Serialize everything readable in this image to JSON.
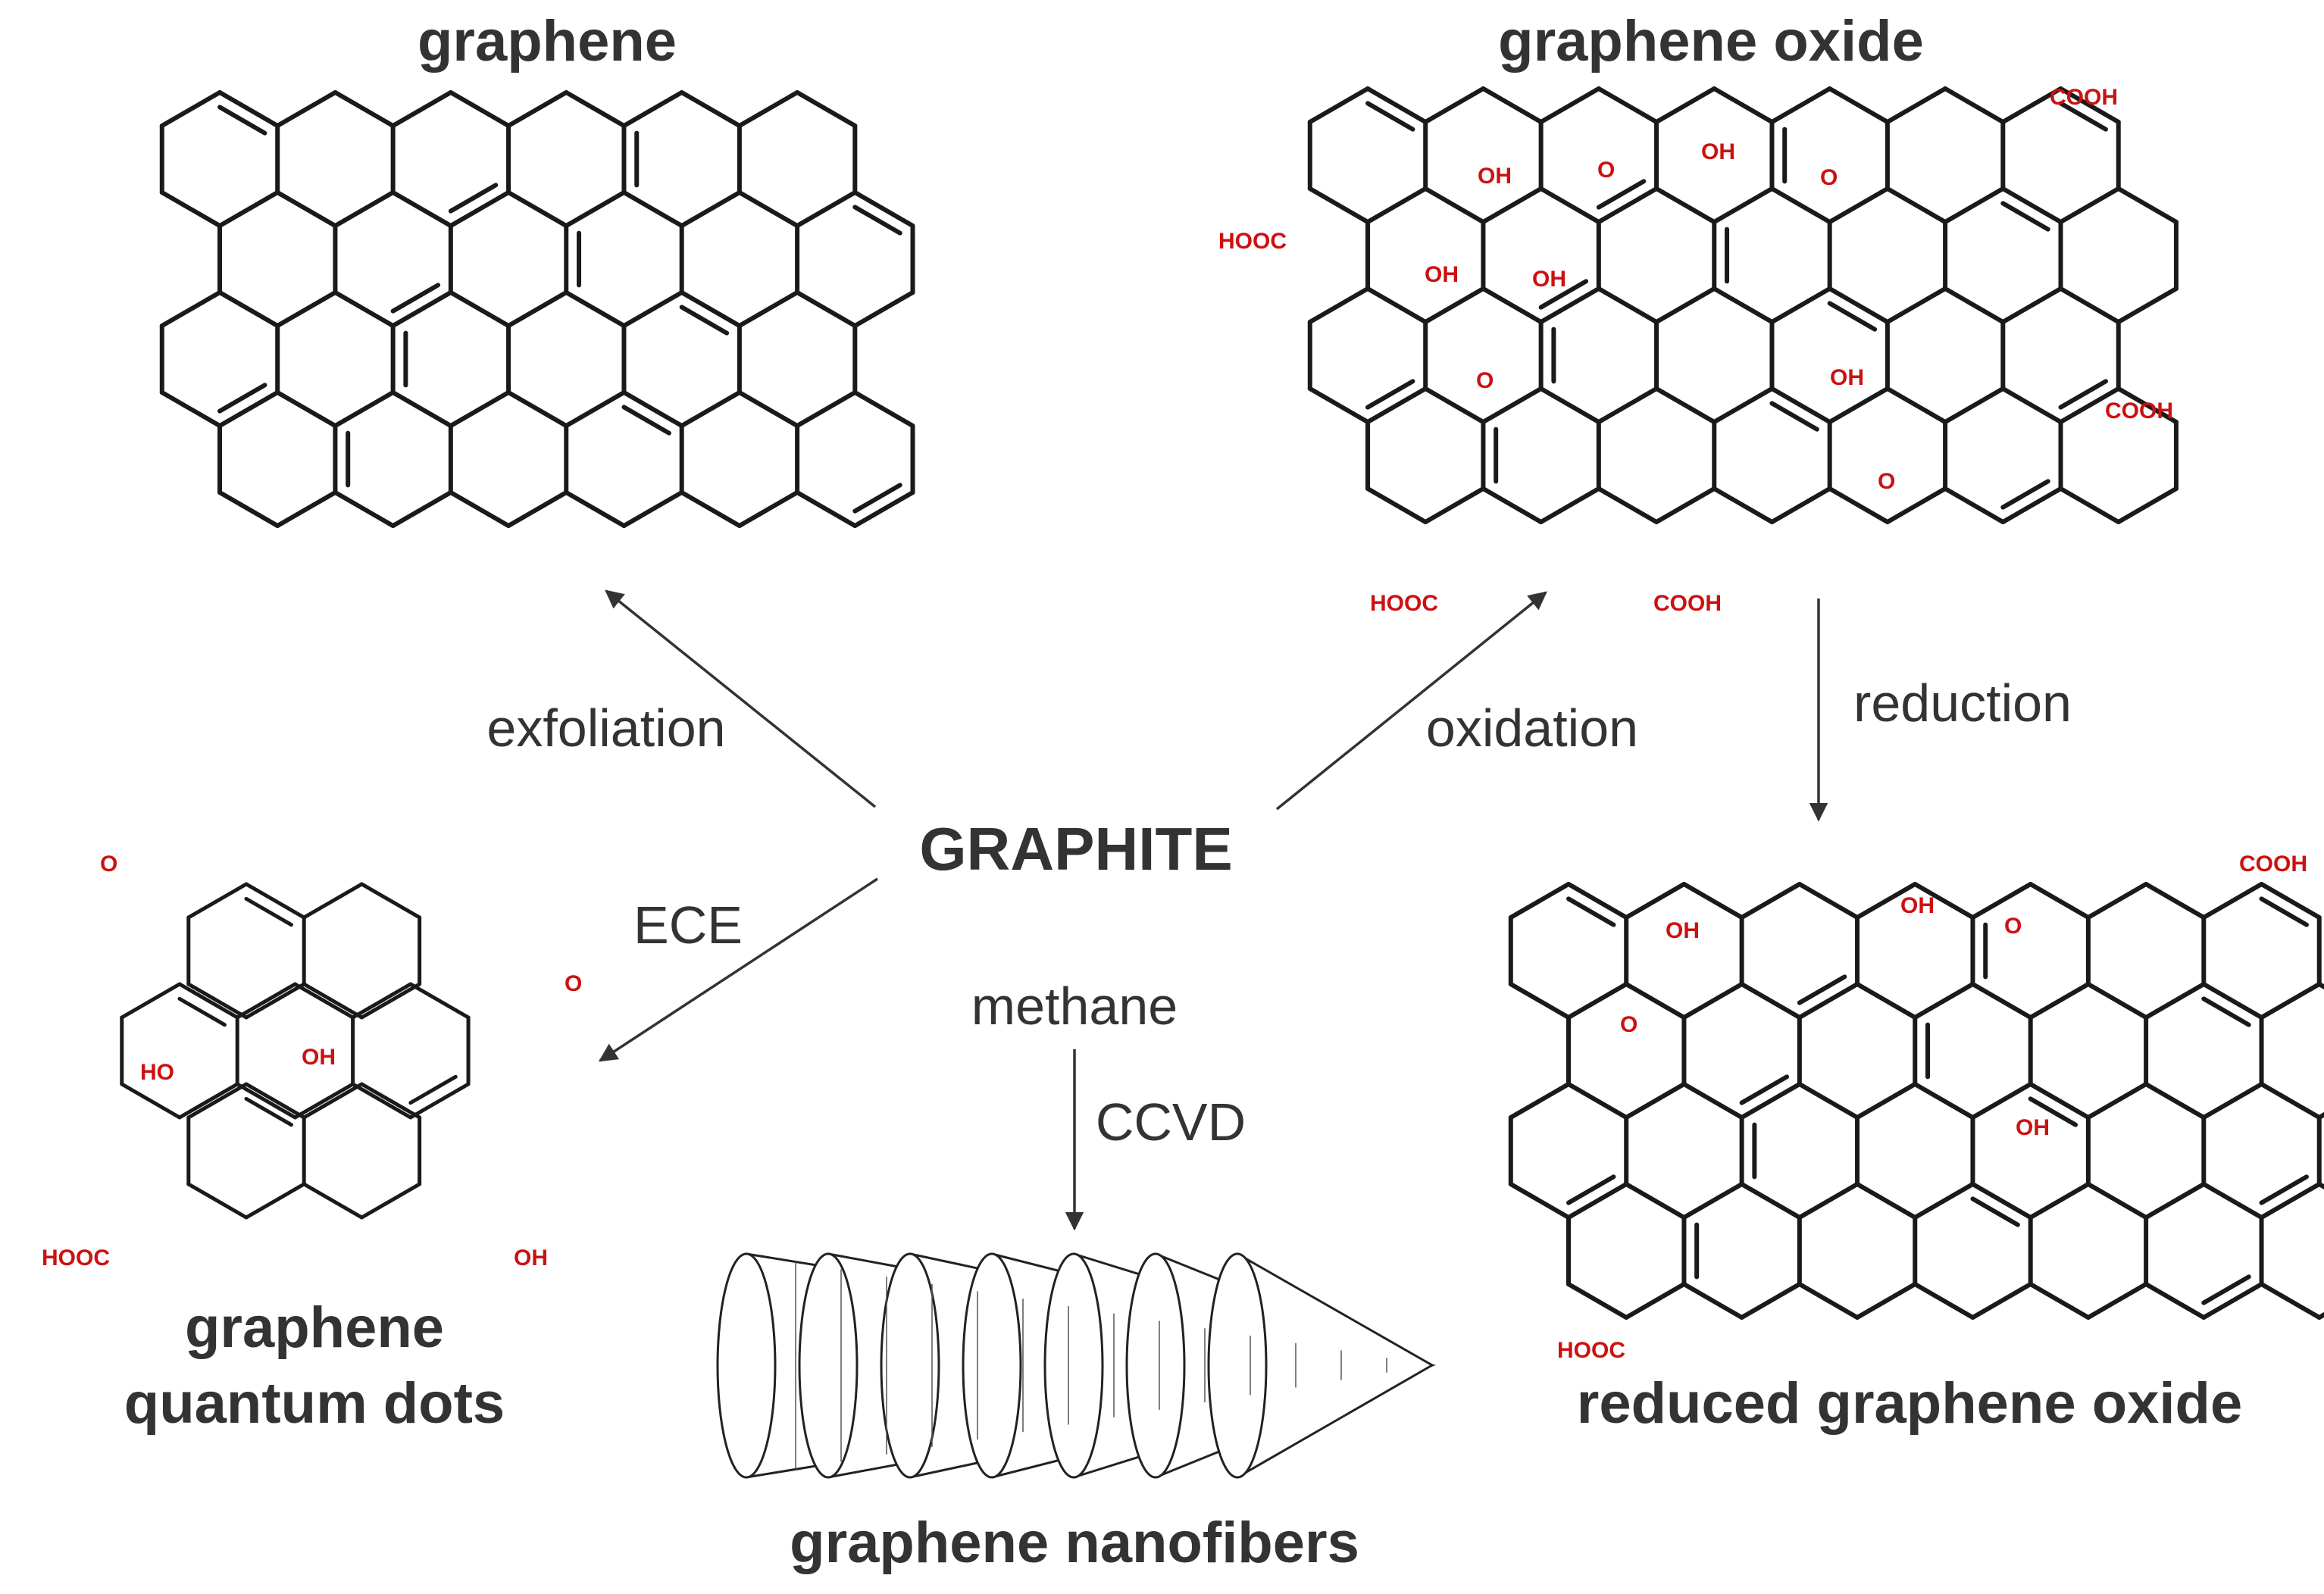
{
  "colors": {
    "label": "#333333",
    "bond": "#1a1a1a",
    "functional_group": "#cc1111",
    "arrow": "#333333"
  },
  "center": {
    "label": "GRAPHITE"
  },
  "products": {
    "graphene": "graphene",
    "graphene_oxide": "graphene oxide",
    "reduced_graphene_oxide": "reduced graphene oxide",
    "gqd_line1": "graphene",
    "gqd_line2": "quantum dots",
    "nanofibers": "graphene nanofibers"
  },
  "processes": {
    "exfoliation": "exfoliation",
    "oxidation": "oxidation",
    "reduction": "reduction",
    "ece": "ECE",
    "methane": "methane",
    "ccvd": "CCVD"
  },
  "groups": {
    "go": [
      "COOH",
      "OH",
      "O",
      "OH",
      "O",
      "OH",
      "HOOC",
      "OH",
      "OH",
      "O",
      "OH",
      "COOH",
      "O",
      "HOOC",
      "COOH"
    ],
    "rgo": [
      "COOH",
      "OH",
      "O",
      "OH",
      "O",
      "OH",
      "HOOC"
    ],
    "gqd": [
      "O",
      "O",
      "HO",
      "OH",
      "HOOC",
      "OH"
    ]
  }
}
